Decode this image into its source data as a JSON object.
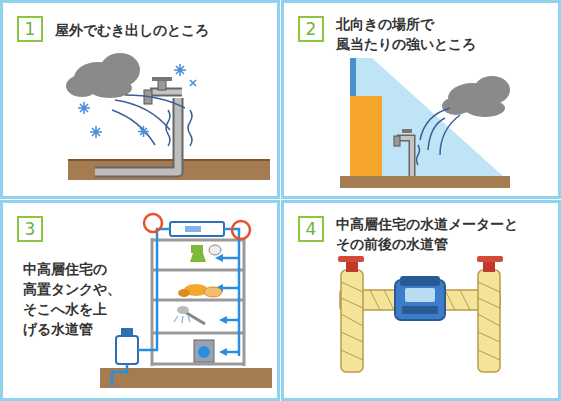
{
  "diagram": {
    "nodes": [
      {
        "text": [
          "屋外でむき出しのところ"
        ]
      },
      {
        "text": [
          "1"
        ],
        "in": 0
      },
      {
        "text": [
          "北向きの場所で 風当たりの強いところ"
        ]
      },
      {
        "text": [
          "2"
        ],
        "in": 2
      },
      {
        "text": [
          "中高層住宅の 高置タンクや、 そこへ水を上 げる水道管"
        ]
      },
      {
        "text": [
          "3"
        ],
        "in": 4
      },
      {
        "text": [
          "中高層住宅の水道メーターと その前後の水道管"
        ]
      },
      {
        "text": [
          "4"
        ],
        "in": 6
      }
    ]
  }
}
